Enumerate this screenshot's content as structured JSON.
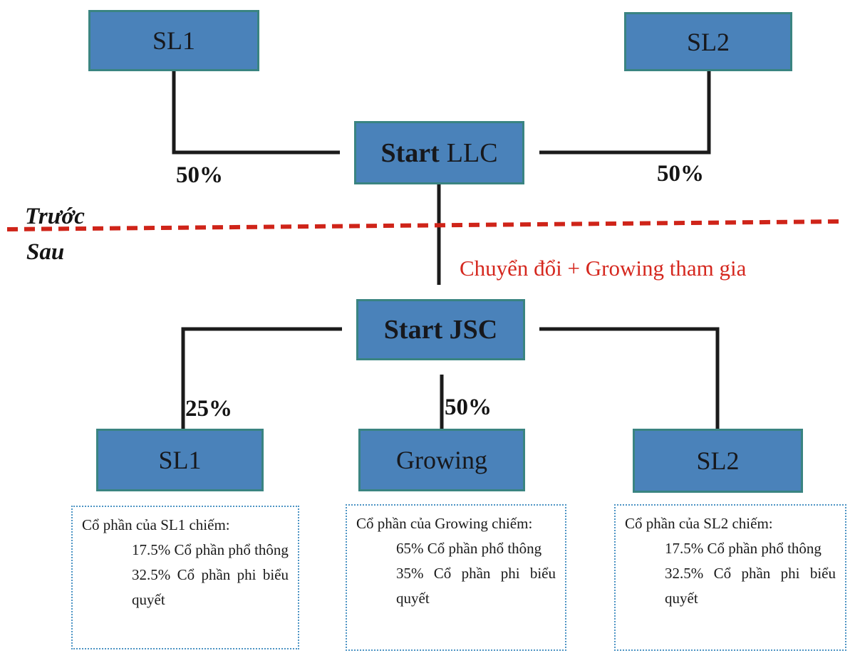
{
  "diagram": {
    "divider": {
      "before_label": "Trước",
      "after_label": "Sau"
    },
    "transition_label": "Chuyển đổi + Growing tham gia",
    "nodes": {
      "sl1_top": "SL1",
      "sl2_top": "SL2",
      "start_llc_bold": "Start",
      "start_llc_rest": "LLC",
      "start_jsc": "Start JSC",
      "sl1_bottom": "SL1",
      "growing": "Growing",
      "sl2_bottom": "SL2"
    },
    "edge_labels": {
      "sl1_to_llc": "50%",
      "sl2_to_llc": "50%",
      "sl1_to_jsc": "25%",
      "growing_to_jsc": "50%"
    },
    "notes": [
      {
        "title": "Cổ phần của SL1 chiếm:",
        "items": [
          "17.5% Cổ phần phổ thông",
          "32.5% Cổ phần phi biểu quyết"
        ]
      },
      {
        "title": "Cổ phần của Growing chiếm:",
        "items": [
          "65% Cổ phần phổ thông",
          "35% Cổ phần phi biểu quyết"
        ]
      },
      {
        "title": "Cổ phần của SL2 chiếm:",
        "items": [
          "17.5% Cổ phần phổ thông",
          "32.5% Cổ phần phi biểu quyết"
        ]
      }
    ],
    "colors": {
      "box_fill": "#4a82ba",
      "box_border": "#3a8481",
      "arrow": "#1b1b1b",
      "divider": "#cf2419",
      "note_border": "#4d94c4",
      "transition_text": "#d5281f"
    }
  }
}
